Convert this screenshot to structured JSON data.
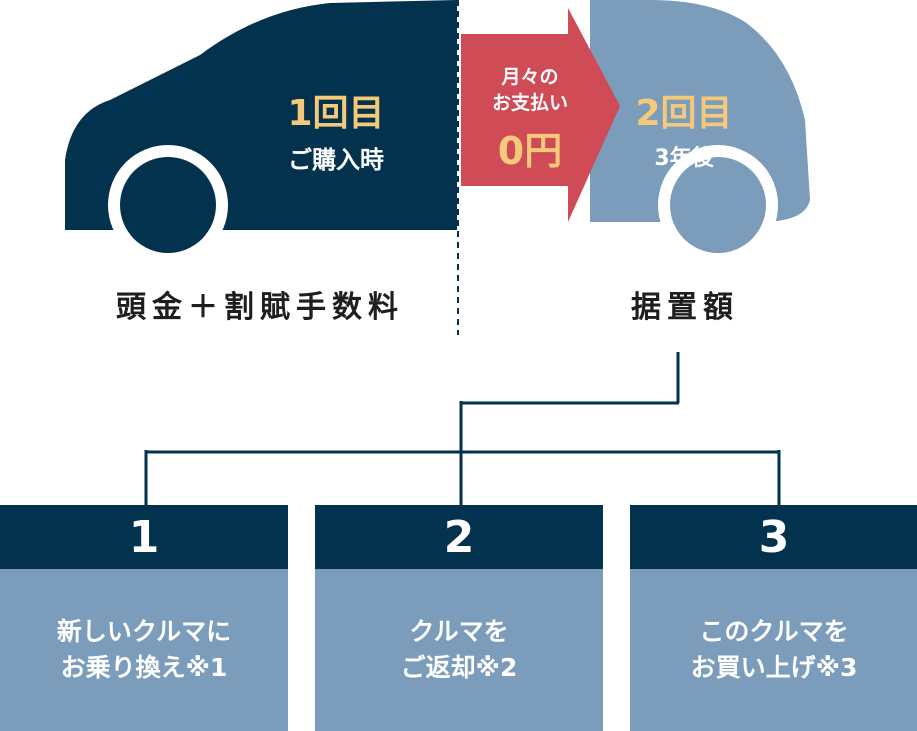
{
  "first_payment": {
    "title": "1回目",
    "subtitle": "ご購入時"
  },
  "arrow": {
    "line1": "月々の",
    "line2": "お支払い",
    "line3": "0円"
  },
  "second_payment": {
    "title": "2回目",
    "subtitle": "3年後"
  },
  "captions": {
    "left": "頭金＋割賦手数料",
    "right": "据置額"
  },
  "options": [
    {
      "number": "1",
      "line1": "新しいクルマに",
      "line2": "お乗り換え※1"
    },
    {
      "number": "2",
      "line1": "クルマを",
      "line2": "ご返却※2"
    },
    {
      "number": "3",
      "line1": "このクルマを",
      "line2": "お買い上げ※3"
    }
  ],
  "colors": {
    "navy": "#02324d",
    "steel_blue": "#7b9cba",
    "red": "#cf4b56",
    "gold": "#f4c97a"
  }
}
